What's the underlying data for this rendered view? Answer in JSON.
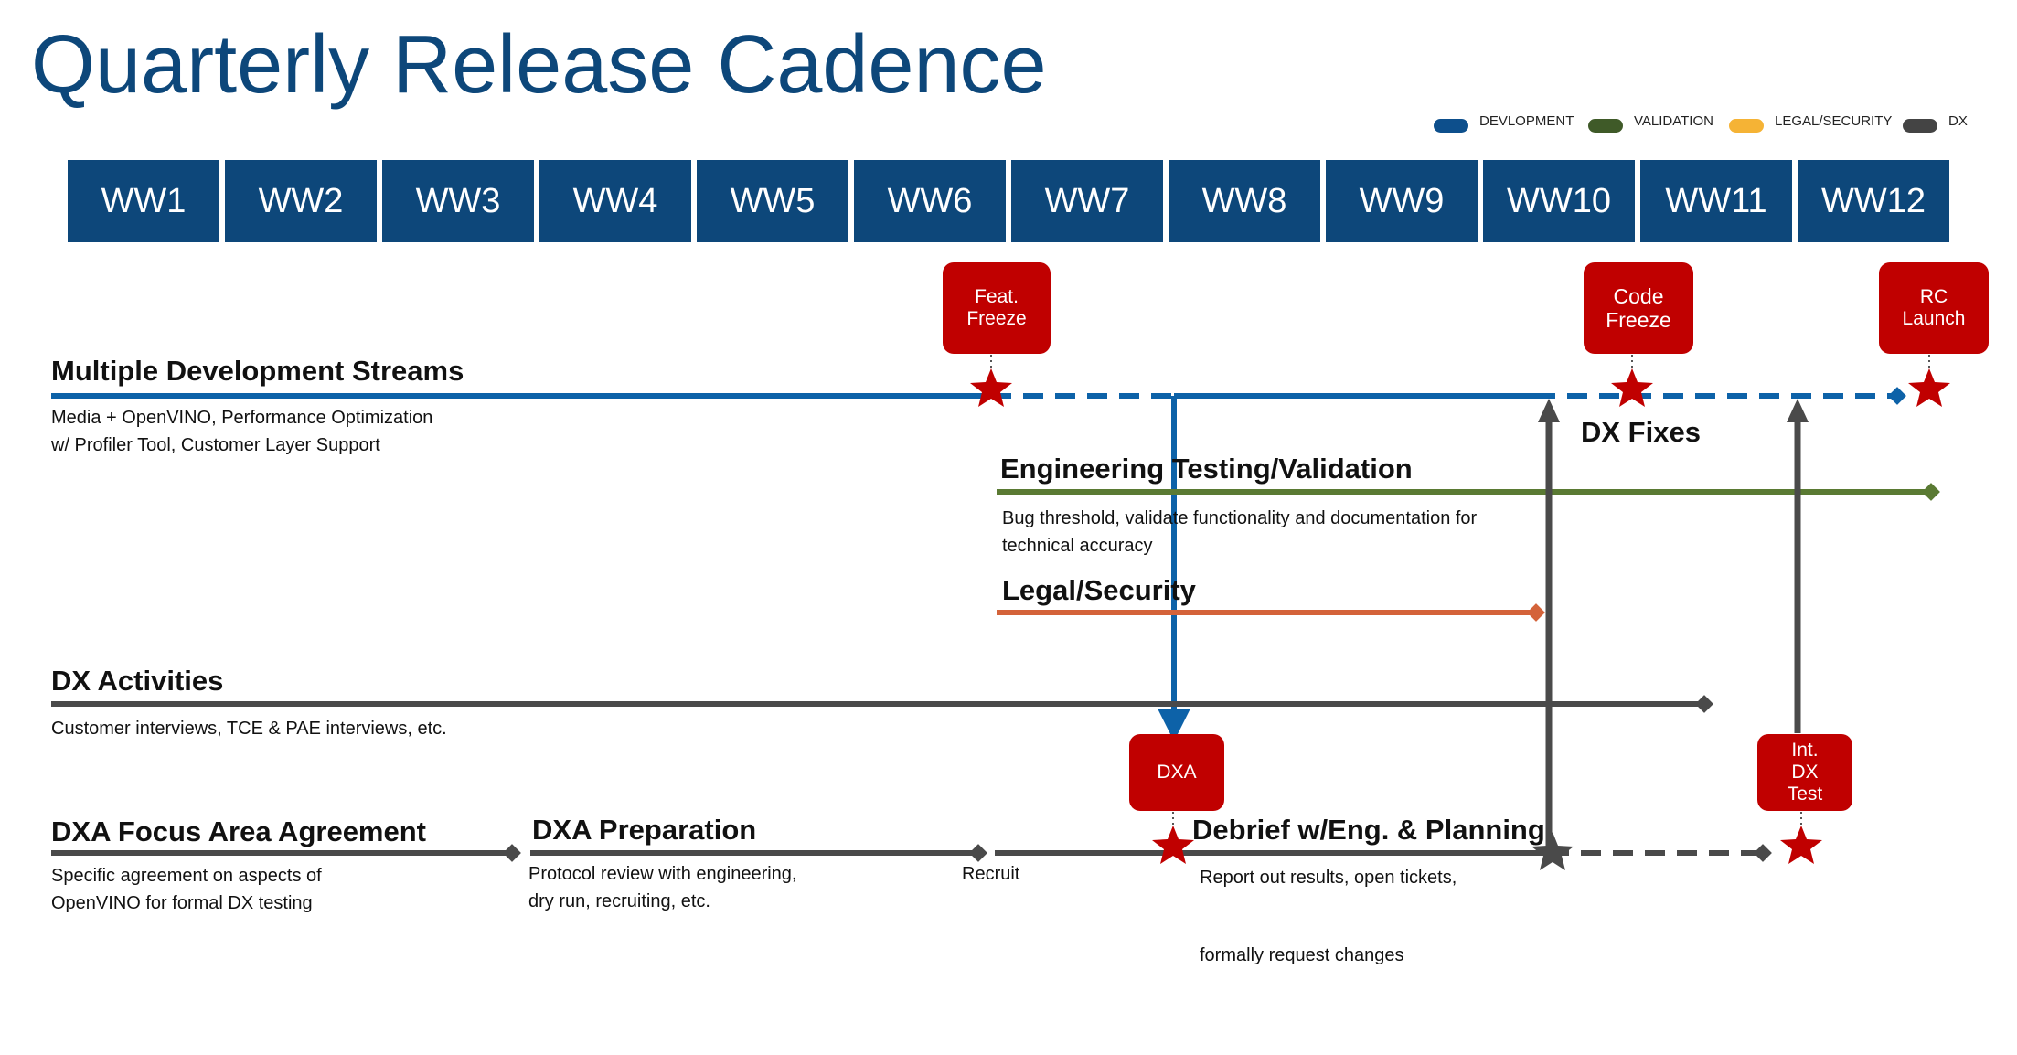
{
  "title": "Quarterly Release Cadence",
  "legend": [
    {
      "label": "DEVLOPMENT",
      "color": "#0d4f8c"
    },
    {
      "label": "VALIDATION",
      "color": "#3f5a28"
    },
    {
      "label": "LEGAL/SECURITY",
      "color": "#f5b335"
    },
    {
      "label": "DX",
      "color": "#444444"
    }
  ],
  "weeks": [
    "WW1",
    "WW2",
    "WW3",
    "WW4",
    "WW5",
    "WW6",
    "WW7",
    "WW8",
    "WW9",
    "WW10",
    "WW11",
    "WW12"
  ],
  "milestones": {
    "feat_freeze": "Feat.\nFreeze",
    "code_freeze": "Code\nFreeze",
    "rc_launch": "RC\nLaunch",
    "dxa": "DXA",
    "int_dx_test": "Int.\nDX\nTest"
  },
  "streams": {
    "dev": {
      "title": "Multiple Development Streams",
      "desc_1": "Media + OpenVINO, Performance Optimization",
      "desc_2": "w/ Profiler Tool, Customer Layer Support"
    },
    "dx_fixes": "DX Fixes",
    "validation": {
      "title": "Engineering Testing/Validation",
      "desc_1": "Bug threshold, validate functionality and documentation for",
      "desc_2": "technical accuracy"
    },
    "legal": {
      "title": "Legal/Security"
    },
    "dx_activities": {
      "title": "DX Activities",
      "desc_1": "Customer interviews, TCE & PAE interviews, etc."
    },
    "focus": {
      "title": "DXA Focus Area Agreement",
      "desc_1": "Specific agreement on aspects  of",
      "desc_2": "OpenVINO for formal DX testing"
    },
    "prep": {
      "title": "DXA Preparation",
      "desc_1": "Protocol review with engineering,",
      "desc_2": "dry run, recruiting, etc."
    },
    "recruit": "Recruit",
    "debrief": {
      "title": "Debrief w/Eng. & Planning",
      "desc_1": "Report out results, open tickets,",
      "desc_2": "formally request changes"
    }
  },
  "colors": {
    "dev": "#0d62a8",
    "validation": "#5a7a33",
    "legal": "#d4633a",
    "dx": "#4a4a4a",
    "milestone": "#c00000",
    "star": "#c00000"
  }
}
